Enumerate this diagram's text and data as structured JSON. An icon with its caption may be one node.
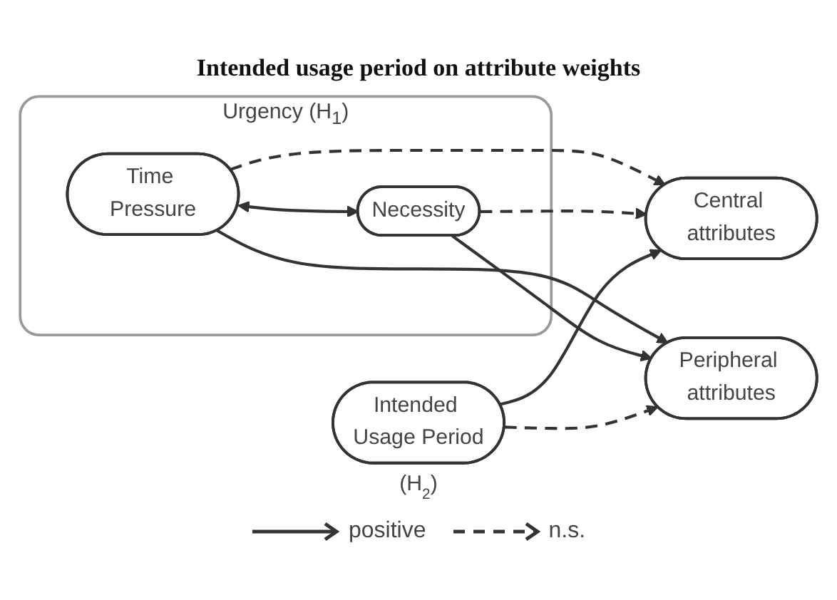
{
  "diagram": {
    "title": "Intended usage period on attribute weights",
    "nodes": [
      {
        "text": [
          "Urgency (H$_{1}$)"
        ]
      },
      {
        "text": [
          "Time Pressure"
        ],
        "in": 0
      },
      {
        "text": [
          "Necessity"
        ],
        "in": 0
      },
      {
        "text": [
          "Intended Usage Period"
        ],
        "beside": [
          "(H$_{2}$)"
        ]
      },
      {
        "text": [
          "Central attributes"
        ]
      },
      {
        "text": [
          "Peripheral attributes"
        ]
      }
    ],
    "edges": [
      {
        "from": 1,
        "to": 2,
        "arrow": "both"
      },
      {
        "from": 1,
        "to": 4,
        "arrow": "to",
        "style": "dashed"
      },
      {
        "from": 1,
        "to": 5,
        "arrow": "to"
      },
      {
        "from": 2,
        "to": 4,
        "arrow": "to",
        "style": "dashed"
      },
      {
        "from": 2,
        "to": 5,
        "arrow": "to"
      },
      {
        "from": 3,
        "to": 4,
        "arrow": "to"
      },
      {
        "from": 3,
        "to": 5,
        "arrow": "to",
        "style": "dashed"
      }
    ],
    "legend": [
      {
        "text": "positive"
      },
      {
        "text": "n.s."
      }
    ]
  }
}
